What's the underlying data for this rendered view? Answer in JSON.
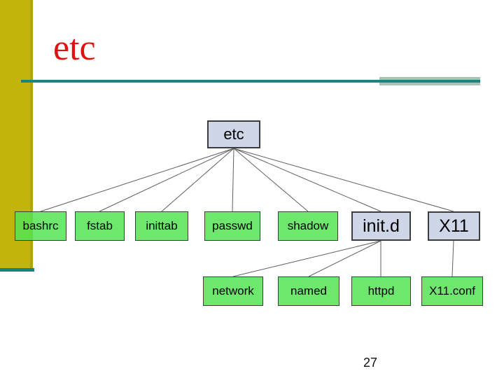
{
  "slide": {
    "title": "etc",
    "page_number": "27"
  },
  "tree": {
    "root": {
      "label": "etc"
    },
    "level2": [
      {
        "label": "bashrc"
      },
      {
        "label": "fstab"
      },
      {
        "label": "inittab"
      },
      {
        "label": "passwd"
      },
      {
        "label": "shadow"
      },
      {
        "label": "init.d"
      },
      {
        "label": "X11"
      }
    ],
    "level3": [
      {
        "label": "network"
      },
      {
        "label": "named"
      },
      {
        "label": "httpd"
      },
      {
        "label": "X11.conf"
      }
    ]
  },
  "colors": {
    "title_red": "#e01111",
    "left_bar_olive": "#c2b40a",
    "teal_line": "#19857d",
    "teal_light_band": "#a6c3b3",
    "node_green": "#70e870",
    "node_blue": "#cdd7e7",
    "node_border": "#3c3c3c",
    "connector_gray": "#5f5f5f"
  }
}
